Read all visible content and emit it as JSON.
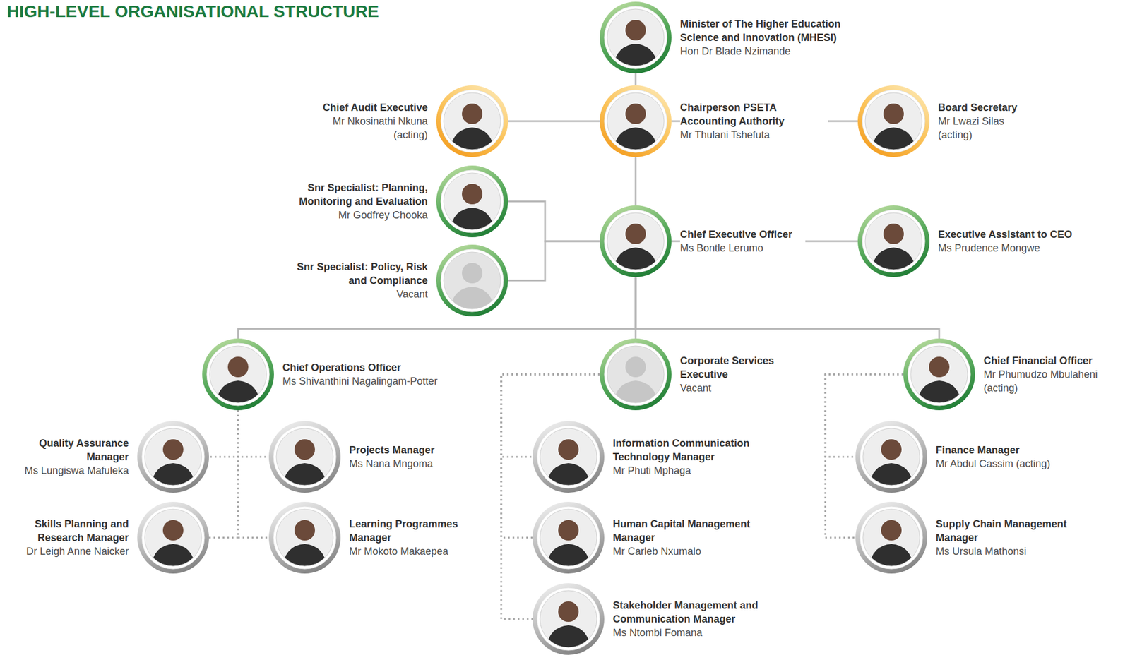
{
  "diagram": {
    "title": "HIGH-LEVEL ORGANISATIONAL STRUCTURE",
    "nodes": [
      {
        "text": [
          "Minister of The Higher Education Science and Innovation (MHESI)",
          "Hon Dr Blade Nzimande"
        ]
      },
      {
        "text": [
          "Chief Audit Executive",
          "Mr Nkosinathi Nkuna (acting)"
        ]
      },
      {
        "text": [
          "Chairperson PSETA Accounting Authority",
          "Mr Thulani Tshefuta"
        ]
      },
      {
        "text": [
          "Board Secretary",
          "Mr Lwazi Silas (acting)"
        ]
      },
      {
        "text": [
          "Snr Specialist: Planning, Monitoring and Evaluation",
          "Mr Godfrey Chooka"
        ]
      },
      {
        "text": [
          "Snr Specialist: Policy, Risk and Compliance",
          "Vacant"
        ]
      },
      {
        "text": [
          "Chief Executive Officer",
          "Ms Bontle Lerumo"
        ]
      },
      {
        "text": [
          "Executive Assistant to CEO",
          "Ms Prudence Mongwe"
        ]
      },
      {
        "text": [
          "Chief Operations Officer",
          "Ms Shivanthini Nagalingam-Potter"
        ]
      },
      {
        "text": [
          "Corporate Services Executive",
          "Vacant"
        ]
      },
      {
        "text": [
          "Chief Financial Officer",
          "Mr Phumudzo Mbulaheni (acting)"
        ]
      },
      {
        "text": [
          "Quality Assurance Manager",
          "Ms Lungiswa Mafuleka"
        ]
      },
      {
        "text": [
          "Projects Manager",
          "Ms Nana Mngoma"
        ]
      },
      {
        "text": [
          "Information Communication Technology Manager",
          "Mr Phuti Mphaga"
        ]
      },
      {
        "text": [
          "Finance Manager",
          "Mr Abdul Cassim (acting)"
        ]
      },
      {
        "text": [
          "Skills Planning and Research Manager",
          "Dr Leigh Anne Naicker"
        ]
      },
      {
        "text": [
          "Learning Programmes Manager",
          "Mr Mokoto Makaepea"
        ]
      },
      {
        "text": [
          "Human Capital Management Manager",
          "Mr Carleb Nxumalo"
        ]
      },
      {
        "text": [
          "Supply Chain Management Manager",
          "Ms Ursula Mathonsi"
        ]
      },
      {
        "text": [
          "Stakeholder Management and Communication Manager",
          "Ms Ntombi Fomana"
        ]
      }
    ],
    "edges": [
      {
        "from": 0,
        "to": 2,
        "arrow": "none"
      },
      {
        "from": 2,
        "to": 1,
        "arrow": "none"
      },
      {
        "from": 2,
        "to": 3,
        "arrow": "none"
      },
      {
        "from": 2,
        "to": 6,
        "arrow": "none"
      },
      {
        "from": 6,
        "to": 4,
        "arrow": "none"
      },
      {
        "from": 6,
        "to": 5,
        "arrow": "none"
      },
      {
        "from": 6,
        "to": 7,
        "arrow": "none"
      },
      {
        "from": 6,
        "to": 8,
        "arrow": "none"
      },
      {
        "from": 6,
        "to": 9,
        "arrow": "none"
      },
      {
        "from": 6,
        "to": 10,
        "arrow": "none"
      },
      {
        "from": 8,
        "to": 11,
        "arrow": "none"
      },
      {
        "from": 8,
        "to": 12,
        "arrow": "none"
      },
      {
        "from": 8,
        "to": 15,
        "arrow": "none"
      },
      {
        "from": 8,
        "to": 16,
        "arrow": "none"
      },
      {
        "from": 9,
        "to": 13,
        "arrow": "none"
      },
      {
        "from": 9,
        "to": 17,
        "arrow": "none"
      },
      {
        "from": 9,
        "to": 19,
        "arrow": "none"
      },
      {
        "from": 10,
        "to": 14,
        "arrow": "none"
      },
      {
        "from": 10,
        "to": 18,
        "arrow": "none"
      }
    ]
  }
}
